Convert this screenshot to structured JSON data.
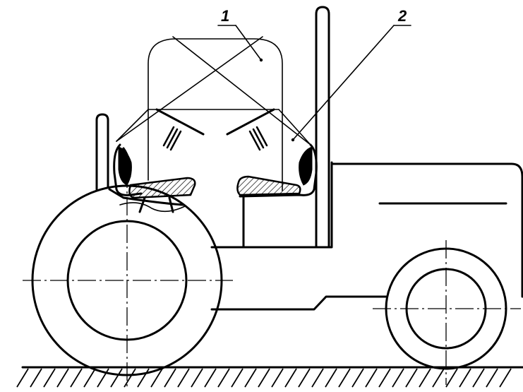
{
  "diagram": {
    "subject": "tractor-side-view-seat-positions",
    "callouts": [
      {
        "id": "1",
        "label": "1"
      },
      {
        "id": "2",
        "label": "2"
      }
    ],
    "colors": {
      "stroke": "#000000",
      "background": "#ffffff"
    }
  }
}
